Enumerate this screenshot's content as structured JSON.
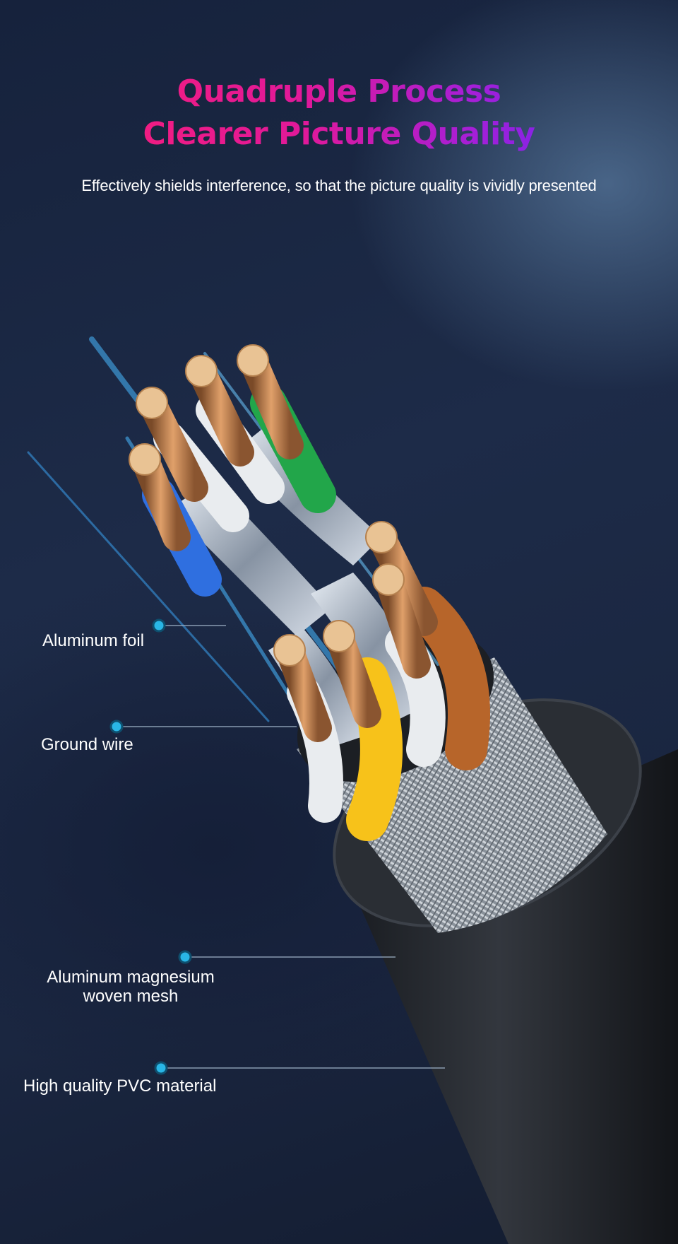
{
  "headline": {
    "line1": "Quadruple Process",
    "line2": "Clearer Picture Quality"
  },
  "subtitle": "Effectively shields interference, so that the picture quality is vividly presented",
  "callouts": [
    {
      "id": "aluminum-foil",
      "label": "Aluminum foil"
    },
    {
      "id": "ground-wire",
      "label": "Ground wire"
    },
    {
      "id": "aluminum-magnesium-mesh",
      "label_line1": "Aluminum magnesium",
      "label_line2": "woven mesh"
    },
    {
      "id": "pvc-material",
      "label": "High quality PVC material"
    }
  ],
  "colors": {
    "background": "#1b2742",
    "gradient_start": "#ff1f6e",
    "gradient_end": "#4a2bff",
    "callout_dot": "#29b6e6",
    "wire_blue": "#2f6fe0",
    "wire_green": "#22a64a",
    "wire_orange": "#b7652a",
    "wire_yellow": "#f7c21a"
  }
}
